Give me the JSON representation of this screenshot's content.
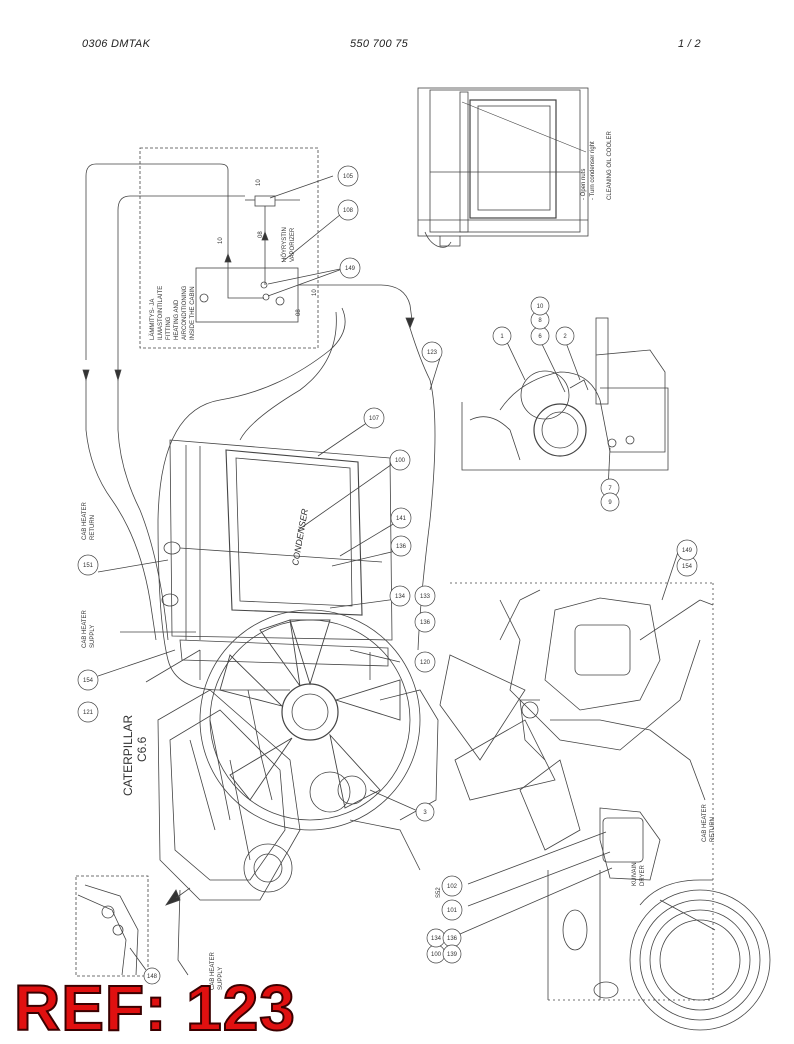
{
  "header": {
    "left": "0306   DMTAK",
    "center": "550 700 75",
    "right": "1 /   2"
  },
  "callouts": {
    "c105": "105",
    "c108": "108",
    "c149": "149",
    "c107": "107",
    "c100": "100",
    "c141": "141",
    "c136": "136",
    "c134_a": "134",
    "c133": "133",
    "c136_b": "136",
    "c120": "120",
    "c151": "151",
    "c154": "154",
    "c121": "121",
    "c123": "123",
    "c3": "3",
    "c1": "1",
    "c2": "2",
    "c6": "6",
    "c8": "8",
    "c10": "10",
    "c7": "7",
    "c9": "9",
    "c154_b": "154",
    "c149_b": "149",
    "c102": "102",
    "c101": "101",
    "c100_b": "100",
    "c134_b": "134",
    "c136_c": "136",
    "c139": "139",
    "c148": "148"
  },
  "labels": {
    "hoyrystin": "HÖYRYSTIN",
    "vaporizer": "VAPORIZER",
    "lammitys1": "LÄMMITYS- JA",
    "lammitys2": "ILMASTOINTILAITE",
    "lammitys3": "HEATING AND",
    "lammitys4": "AIRCONDITIONING",
    "lammitys5": "INSIDE THE CABIN",
    "fitting": "FITTING",
    "pipe10a": "10",
    "pipe08a": "08",
    "pipe10b": "10",
    "pipe08b": "08",
    "pipe10c": "10",
    "condenser": "CONDENSER",
    "caterpillar": "CATERPILLAR",
    "c66": "C6.6",
    "cab_return1": "CAB HEATER",
    "cab_return2": "RETURN",
    "cab_supply1": "CAB HEATER",
    "cab_supply2": "SUPPLY",
    "cab_supply_b1": "CAB HEATER",
    "cab_supply_b2": "SUPPLY",
    "cab_return_b1": "CAB HEATER",
    "cab_return_b2": "RETURN",
    "kuivain1": "KUIVAIN",
    "kuivain2": "DRYER",
    "note1": "- Open nuts",
    "note2": "- Turn condenser right",
    "note3": "CLEANING OIL COOLER",
    "rmk": "S52"
  },
  "stamp": "REF: 123"
}
